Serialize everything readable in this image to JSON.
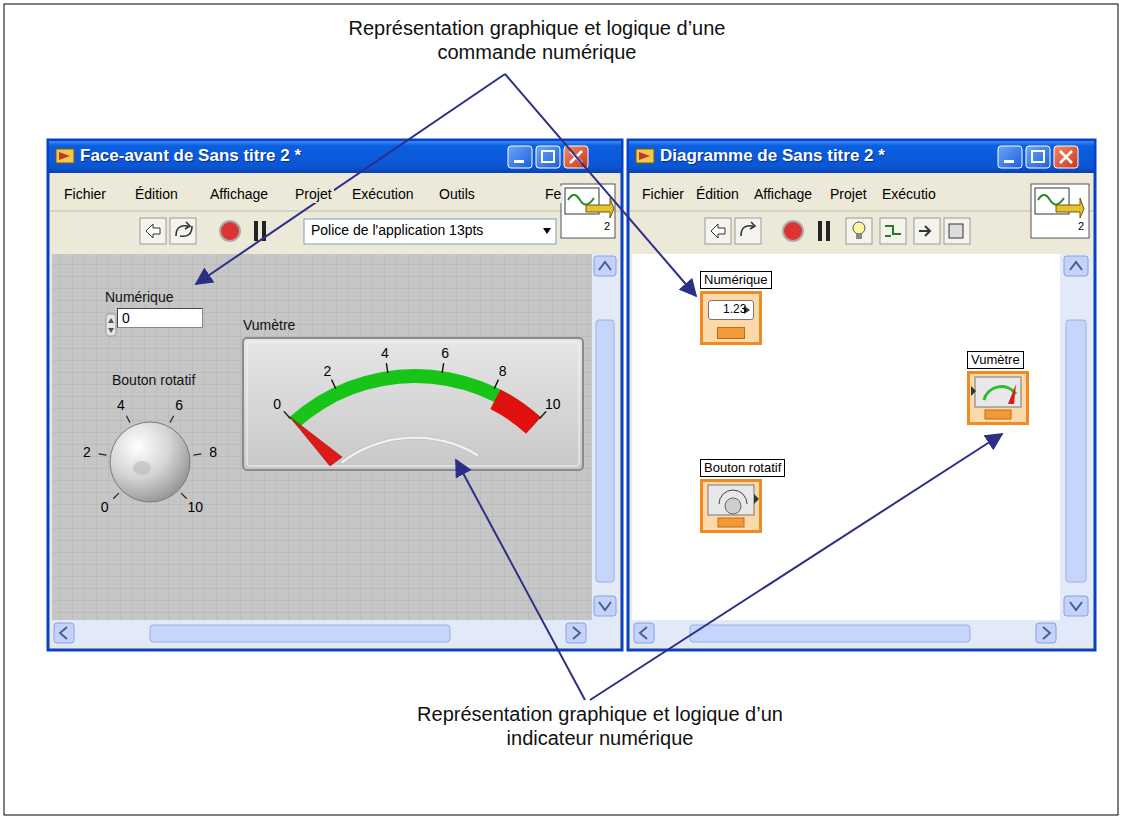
{
  "diagram": {
    "nodes": [
      {
        "text": [
          "Face-avant de Sans titre 2 *"
        ]
      },
      {
        "text": [
          "Diagramme de Sans titre 2 *"
        ]
      },
      {
        "text": [
          "Numérique",
          "0"
        ],
        "in": 0
      },
      {
        "text": [
          "Bouton rotatif"
        ],
        "in": 0
      },
      {
        "text": [
          "Vumètre"
        ],
        "in": 0
      },
      {
        "text": [
          "Numérique",
          "1.23"
        ],
        "in": 1
      },
      {
        "text": [
          "Bouton rotatif"
        ],
        "in": 1
      },
      {
        "text": [
          "Vumètre"
        ],
        "in": 1
      }
    ],
    "labels": [
      "Représentation graphique et logique d’une commande numérique",
      "Représentation graphique et logique d’un indicateur numérique",
      "Fichier",
      "Édition",
      "Affichage",
      "Projet",
      "Exécution",
      "Outils",
      "Fe",
      "Police de l'application 13pts",
      "2",
      "Fichier",
      "Édition",
      "Affichage",
      "Projet",
      "Exécutio",
      "2",
      "0",
      "2",
      "4",
      "6",
      "8",
      "10",
      "0",
      "2",
      "4",
      "6",
      "8",
      "10"
    ]
  }
}
